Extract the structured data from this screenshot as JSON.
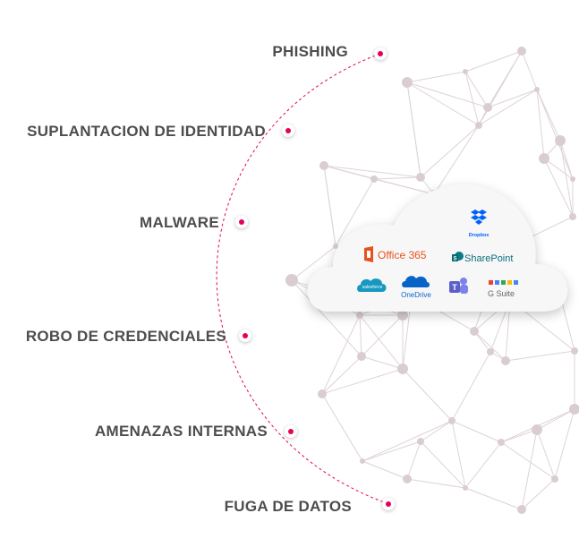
{
  "threats": [
    {
      "id": "phishing",
      "label": "PHISHING"
    },
    {
      "id": "suplantacion",
      "label": "SUPLANTACION DE IDENTIDAD"
    },
    {
      "id": "malware",
      "label": "MALWARE"
    },
    {
      "id": "robo",
      "label": "ROBO DE CREDENCIALES"
    },
    {
      "id": "amenazas",
      "label": "AMENAZAS INTERNAS"
    },
    {
      "id": "fuga",
      "label": "FUGA DE DATOS"
    }
  ],
  "cloud": {
    "services": {
      "dropbox": "Dropbox",
      "office365": "Office 365",
      "sharepoint": "SharePoint",
      "salesforce": "salesforce",
      "onedrive": "OneDrive",
      "gsuite": "G Suite"
    }
  },
  "colors": {
    "accent": "#e6005c",
    "label": "#4d4d4d",
    "network": "#d9c8cf",
    "office": "#e8521e",
    "dropbox": "#0061fe",
    "sharepoint": "#0a7a8c",
    "onedrive": "#0a64c8",
    "teams": "#5b5fc7",
    "salesforce": "#1798c1"
  },
  "icons": {
    "dropbox": "dropbox-icon",
    "office365": "office365-icon",
    "sharepoint": "sharepoint-icon",
    "salesforce": "salesforce-icon",
    "onedrive": "onedrive-icon",
    "teams": "teams-icon",
    "gsuite": "gsuite-icon"
  }
}
